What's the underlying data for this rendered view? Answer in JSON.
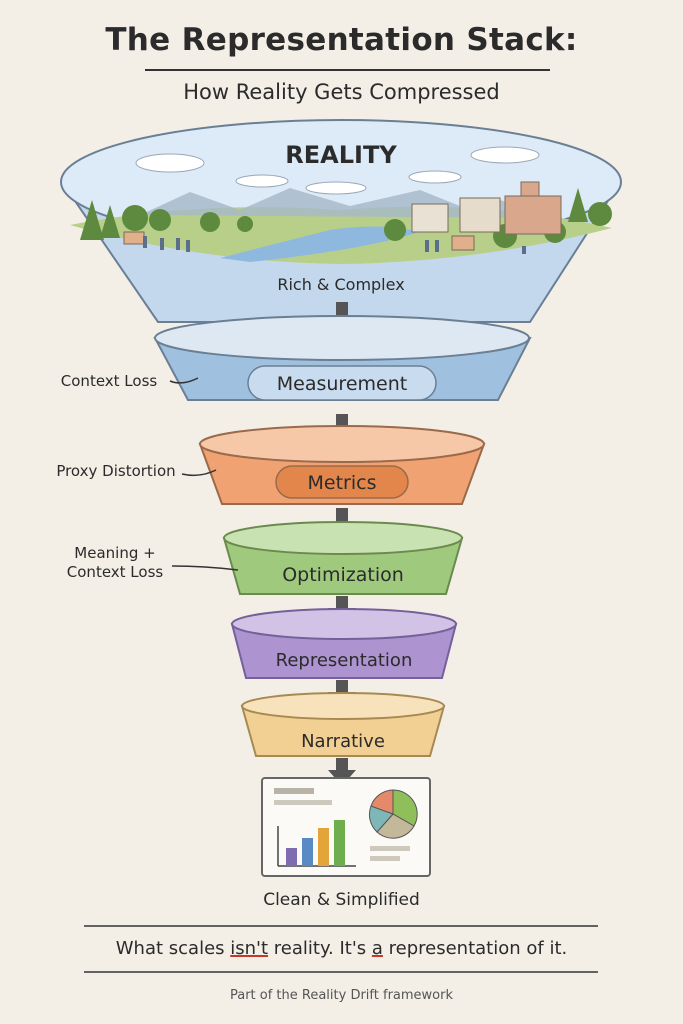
{
  "title": "The Representation Stack:",
  "subtitle": "How Reality Gets Compressed",
  "top": {
    "label": "REALITY",
    "caption": "Rich & Complex"
  },
  "layers": [
    {
      "label": "Measurement",
      "color": "#9fc0df",
      "pill": "#c9dcef"
    },
    {
      "label": "Metrics",
      "color": "#f0a273",
      "pill": "#e2864c"
    },
    {
      "label": "Optimization",
      "color": "#9fca7e",
      "pill": "#bddd9f"
    },
    {
      "label": "Representation",
      "color": "#ad93cf",
      "pill": "#c7b3e0"
    },
    {
      "label": "Narrative",
      "color": "#f2cf92",
      "pill": "#f5dcae"
    }
  ],
  "side_labels": {
    "context_loss": "Context Loss",
    "proxy_distortion": "Proxy Distortion",
    "meaning_line1": "Meaning +",
    "meaning_line2": "Context Loss"
  },
  "bottom_caption": "Clean & Simplified",
  "footer": {
    "part1": "What scales ",
    "part2": "isn't",
    "part3": " reality. It's ",
    "part4": "a",
    "part5": " representation of it."
  },
  "credit": "Part of the Reality Drift framework"
}
